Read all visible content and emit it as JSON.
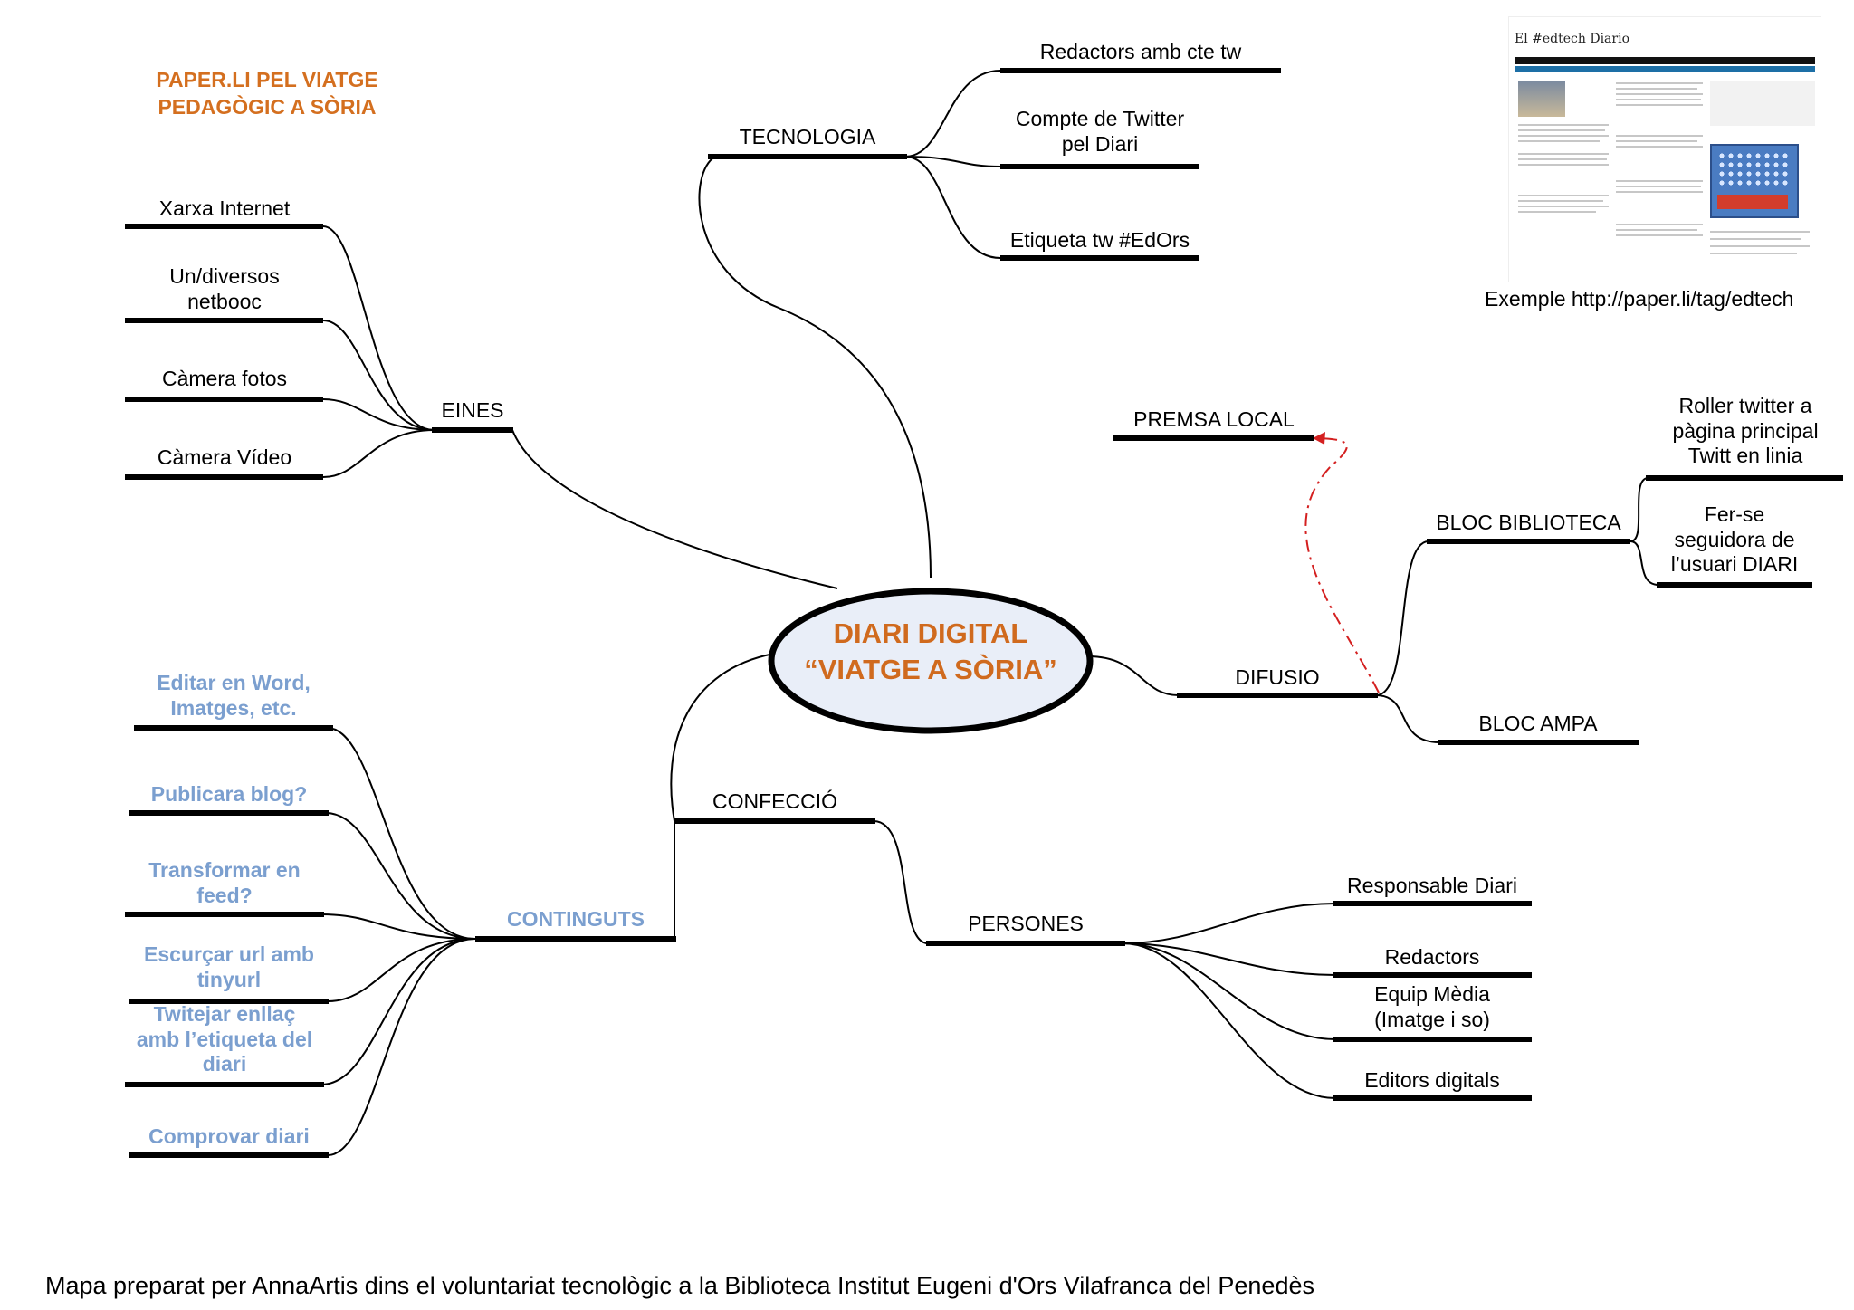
{
  "header": {
    "line1": "PAPER.LI PEL VIATGE",
    "line2": "PEDAGÒGIC A SÒRIA"
  },
  "center": {
    "line1": "DIARI DIGITAL",
    "line2": "“VIATGE A SÒRIA”"
  },
  "branches": {
    "tecnologia": "TECNOLOGIA",
    "eines": "EINES",
    "difusio": "DIFUSIO",
    "confeccio": "CONFECCIÓ",
    "continguts": "CONTINGUTS",
    "persones": "PERSONES",
    "premsa_local": "PREMSA LOCAL",
    "bloc_biblioteca": "BLOC BIBLIOTECA",
    "bloc_ampa": "BLOC AMPA"
  },
  "tecnologia_items": [
    "Redactors amb cte tw",
    "Compte de Twitter\npel Diari",
    "Etiqueta tw #EdOrs"
  ],
  "eines_items": [
    "Xarxa Internet",
    "Un/diversos\nnetbooc",
    "Càmera fotos",
    "Càmera Vídeo"
  ],
  "biblioteca_items": [
    "Roller twitter a\npàgina principal\nTwitt en linia",
    "Fer-se\nseguidora de\nl’usuari DIARI"
  ],
  "continguts_items": [
    "Editar en Word,\nImatges, etc.",
    "Publicara blog?",
    "Transformar en\nfeed?",
    "Escurçar url amb\ntinyurl",
    "Twitejar enllaç\namb l’etiqueta del\ndiari",
    "Comprovar diari"
  ],
  "persones_items": [
    "Responsable Diari",
    "Redactors",
    "Equip Mèdia\n(Imatge i so)",
    "Editors digitals"
  ],
  "example": {
    "caption": "Exemple http://paper.li/tag/edtech",
    "thumb_title": "El #edtech Diario"
  },
  "footer": "Mapa preparat per AnnaArtis dins el voluntariat tecnològic a la Biblioteca Institut Eugeni d'Ors Vilafranca del Penedès",
  "colors": {
    "orange": "#d06a1e",
    "blue": "#7b9fcf",
    "ellipse_fill": "#e9eef8",
    "red_dash": "#d42020"
  }
}
